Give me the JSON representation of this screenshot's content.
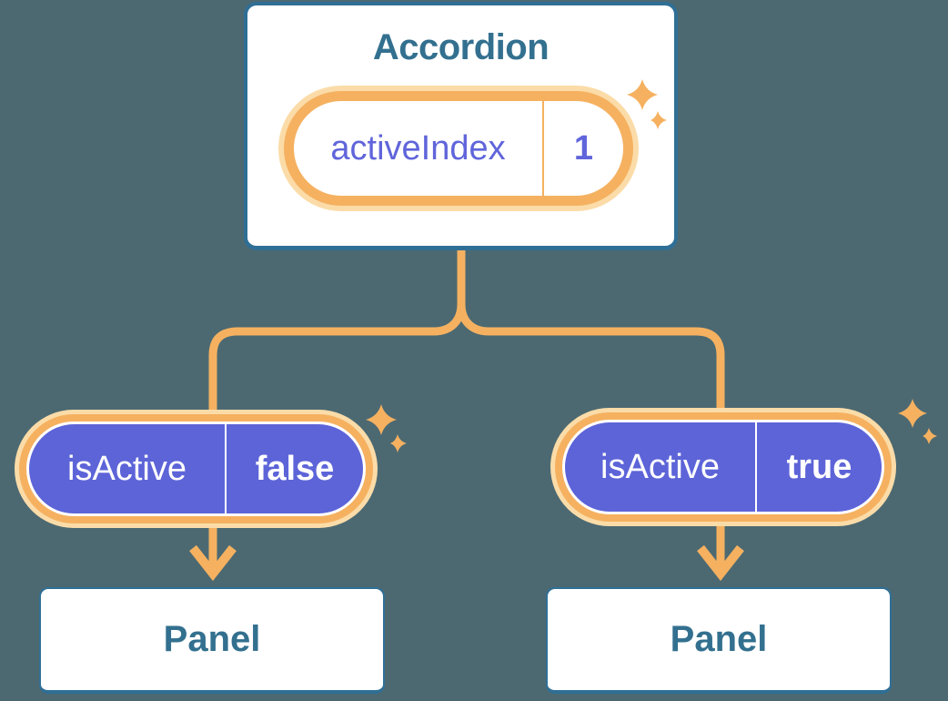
{
  "colors": {
    "background": "#4C6972",
    "blue": "#33708F",
    "blue_border": "#2F6F96",
    "purple": "#5D64D8",
    "purple_text": "#6065DB",
    "orange": "#F5B160",
    "peach": "#FBDCA8",
    "white": "#FFFFFF"
  },
  "accordion": {
    "title": "Accordion",
    "state_pill": {
      "label": "activeIndex",
      "value": "1"
    }
  },
  "branches": {
    "left": {
      "pill": {
        "label": "isActive",
        "value": "false"
      },
      "panel_label": "Panel"
    },
    "right": {
      "pill": {
        "label": "isActive",
        "value": "true"
      },
      "panel_label": "Panel"
    }
  },
  "icons": {
    "sparkle": "four-pointed-star",
    "arrow": "chevron-down-arrow"
  }
}
